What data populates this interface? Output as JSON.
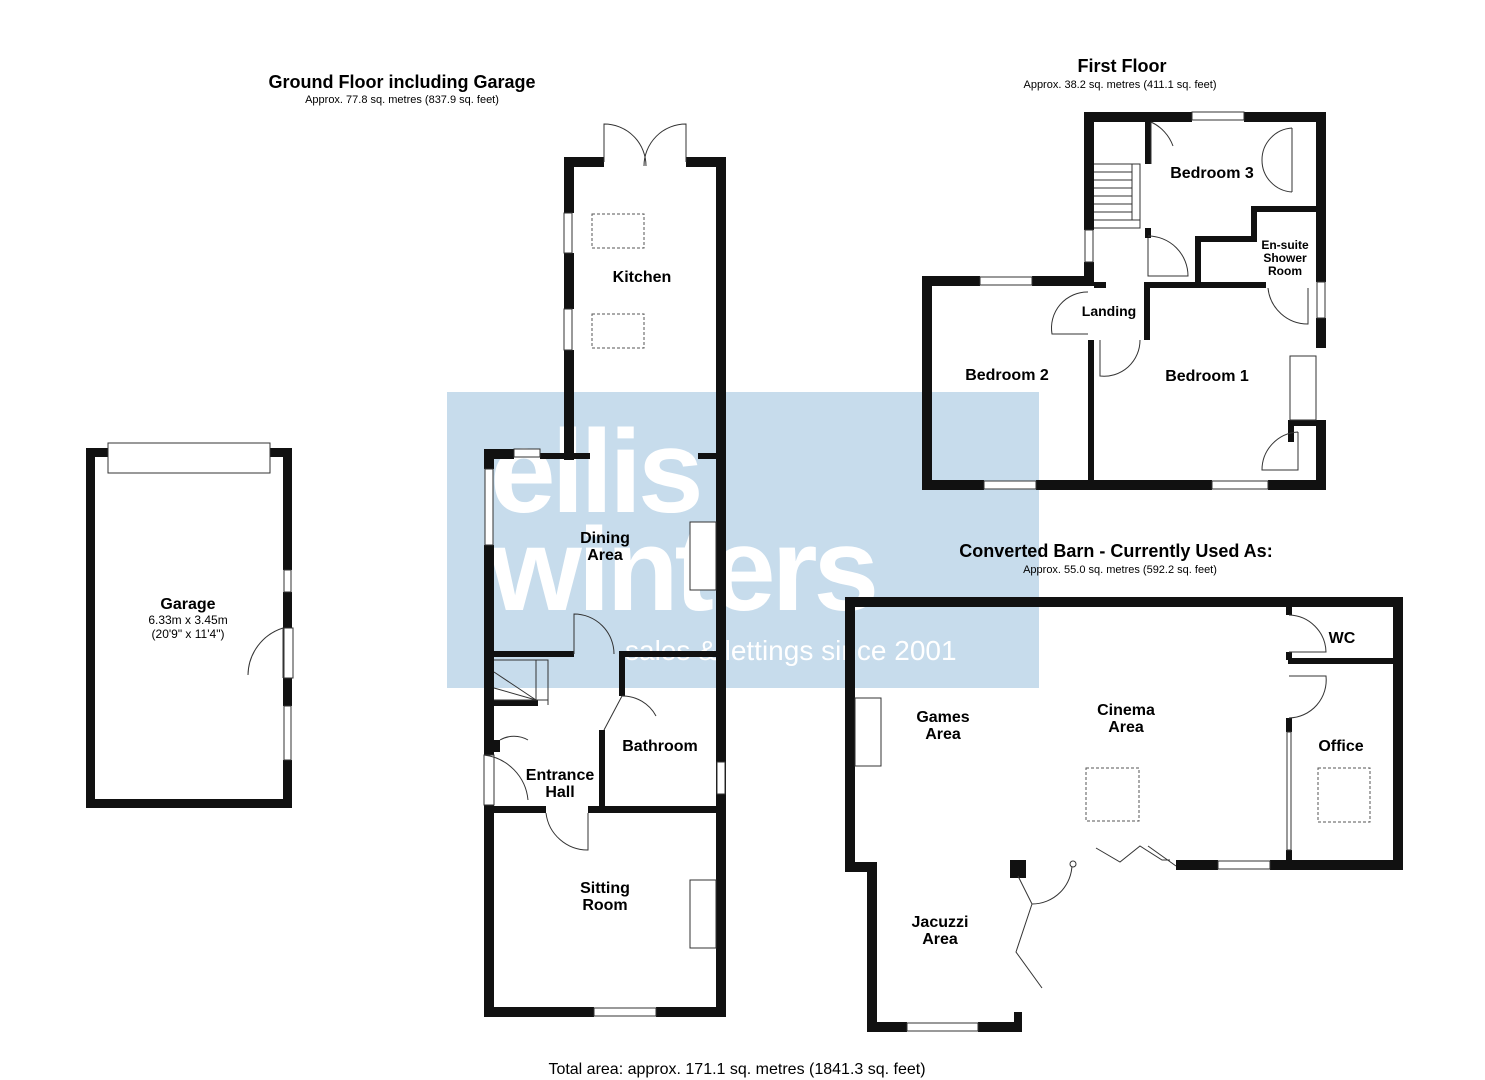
{
  "headings": {
    "ground": {
      "title": "Ground Floor including Garage",
      "area": "Approx. 77.8 sq. metres (837.9 sq. feet)"
    },
    "first": {
      "title": "First Floor",
      "area": "Approx. 38.2 sq. metres (411.1 sq. feet)"
    },
    "barn": {
      "title": "Converted Barn - Currently Used As:",
      "area": "Approx. 55.0 sq. metres (592.2 sq. feet)"
    }
  },
  "rooms": {
    "garage": {
      "name": "Garage",
      "dims_metric": "6.33m x 3.45m",
      "dims_imperial": "(20'9\" x 11'4\")"
    },
    "kitchen": "Kitchen",
    "dining": [
      "Dining",
      "Area"
    ],
    "bathroom": "Bathroom",
    "entrance": [
      "Entrance",
      "Hall"
    ],
    "sitting": [
      "Sitting",
      "Room"
    ],
    "bedroom1": "Bedroom 1",
    "bedroom2": "Bedroom 2",
    "bedroom3": "Bedroom 3",
    "ensuite": [
      "En-suite",
      "Shower",
      "Room"
    ],
    "landing": "Landing",
    "games": [
      "Games",
      "Area"
    ],
    "cinema": [
      "Cinema",
      "Area"
    ],
    "jacuzzi": [
      "Jacuzzi",
      "Area"
    ],
    "office": "Office",
    "wc": "WC"
  },
  "watermark": {
    "line1": "ellis",
    "line2": "winters",
    "tagline": "sales & lettings since 2001"
  },
  "total": "Total area: approx. 171.1 sq. metres (1841.3 sq. feet)",
  "colors": {
    "wall": "#111111",
    "watermark_bg": "#c7dcec",
    "watermark_text": "#ffffff"
  }
}
